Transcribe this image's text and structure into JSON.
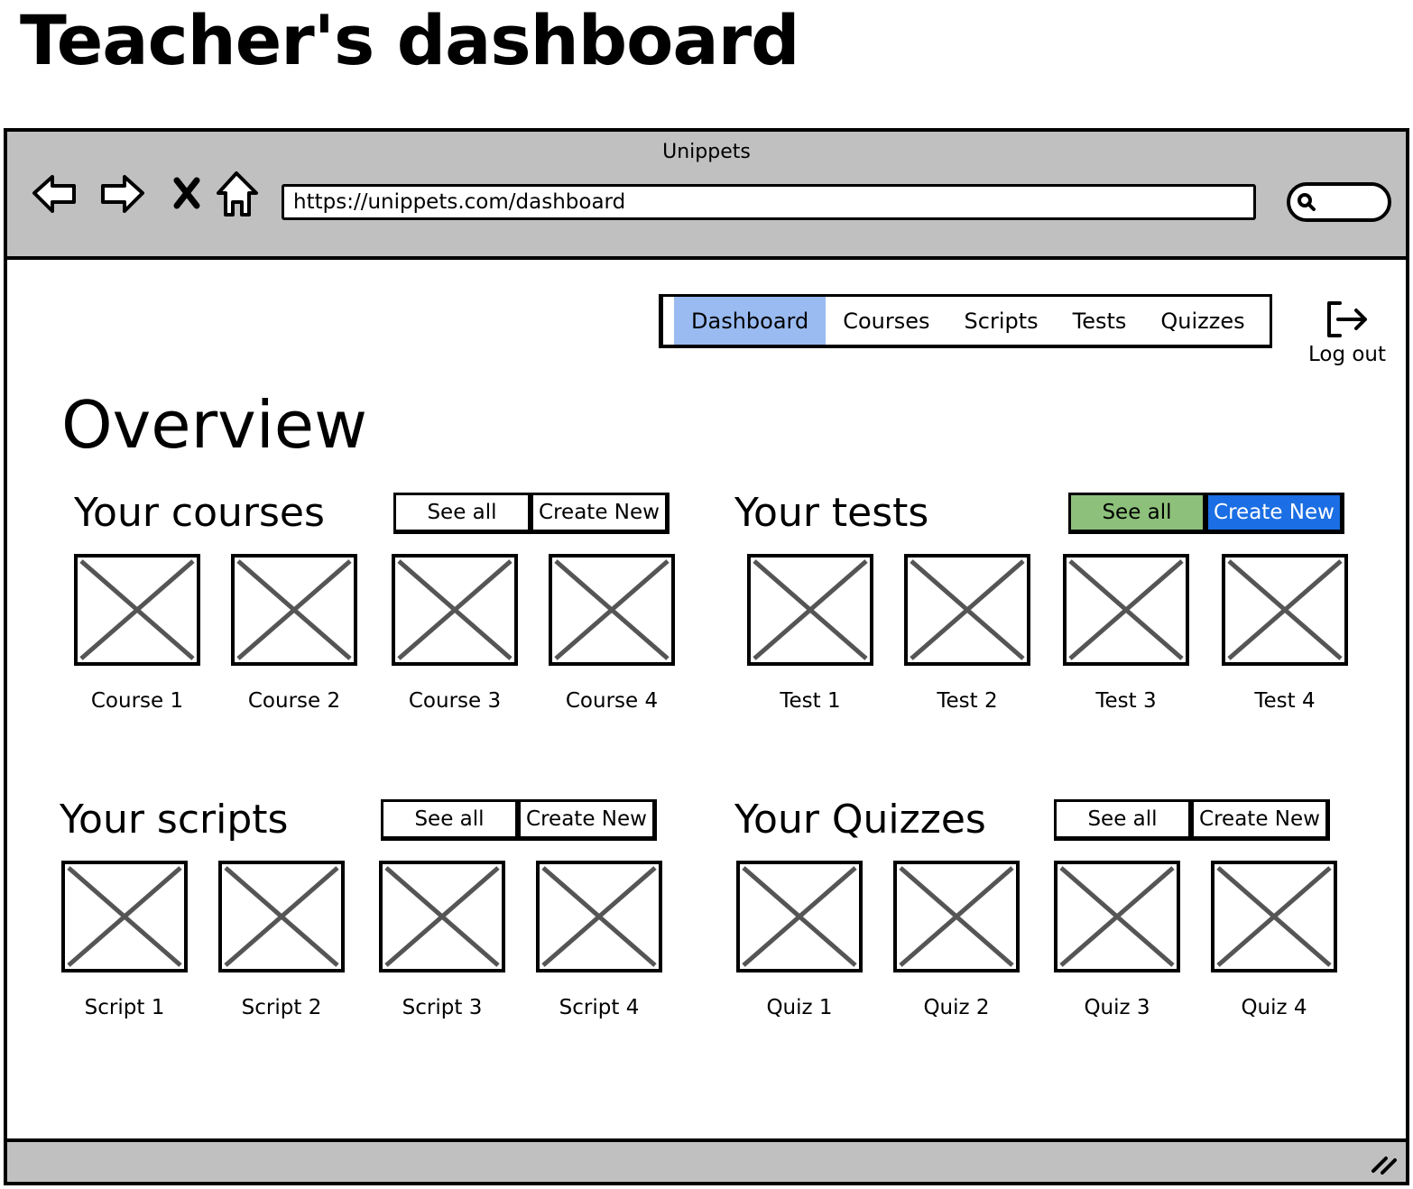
{
  "page_heading": "Teacher's dashboard",
  "browser": {
    "title": "Unippets",
    "url": "https://unippets.com/dashboard",
    "icons": [
      "back-arrow-icon",
      "forward-arrow-icon",
      "stop-icon",
      "home-icon",
      "search-icon",
      "resize-grip-icon"
    ]
  },
  "nav": {
    "items": [
      {
        "label": "Dashboard",
        "active": true
      },
      {
        "label": "Courses"
      },
      {
        "label": "Scripts"
      },
      {
        "label": "Tests"
      },
      {
        "label": "Quizzes"
      }
    ],
    "active_color": "#9abbf1",
    "logout_label": "Log out",
    "logout_icon": "logout-icon"
  },
  "overview_title": "Overview",
  "sections": {
    "courses": {
      "title": "Your courses",
      "see_all": "See all",
      "create_new": "Create New",
      "items": [
        "Course 1",
        "Course 2",
        "Course 3",
        "Course 4"
      ]
    },
    "tests": {
      "title": "Your tests",
      "see_all": "See all",
      "create_new": "Create New",
      "see_all_color": "#8dc17b",
      "create_new_color": "#1b6ee3",
      "items": [
        "Test 1",
        "Test 2",
        "Test 3",
        "Test 4"
      ]
    },
    "scripts": {
      "title": "Your scripts",
      "see_all": "See all",
      "create_new": "Create New",
      "items": [
        "Script 1",
        "Script 2",
        "Script 3",
        "Script 4"
      ]
    },
    "quizzes": {
      "title": "Your Quizzes",
      "see_all": "See all",
      "create_new": "Create New",
      "items": [
        "Quiz 1",
        "Quiz 2",
        "Quiz 3",
        "Quiz 4"
      ]
    }
  }
}
